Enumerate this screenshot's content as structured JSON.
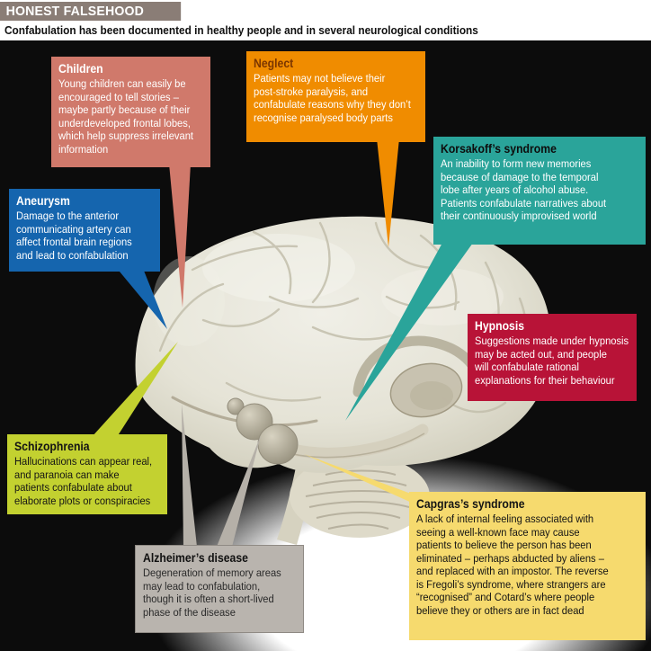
{
  "header": {
    "title": "HONEST FALSEHOOD",
    "subtitle": "Confabulation has been documented in healthy people and in several neurological conditions",
    "bar_color": "#8a7d76"
  },
  "figure": {
    "illustration": "translucent-human-brain-side-view",
    "background_color": "#0c0c0c",
    "glow_color": "#ffffff"
  },
  "callouts": [
    {
      "id": "children",
      "title": "Children",
      "body": "Young children can easily be\nencouraged to tell stories –\nmaybe partly because of their\nunderdeveloped frontal lobes,\nwhich help suppress irrelevant\ninformation",
      "color": "#d0796b",
      "title_color": "#ffffff",
      "text_color": "#ffffff",
      "points_to": "frontal-lobe-top"
    },
    {
      "id": "neglect",
      "title": "Neglect",
      "body": "Patients may not believe their\npost-stroke paralysis, and\nconfabulate reasons why they don’t\nrecognise paralysed body parts",
      "color": "#f08c00",
      "title_color": "#7b3600",
      "text_color": "#ffffff",
      "points_to": "parietal-region"
    },
    {
      "id": "korsakoff",
      "title": "Korsakoff’s syndrome",
      "body": "An inability to form new memories\nbecause of damage to the temporal\nlobe after years of alcohol abuse.\nPatients confabulate narratives about\ntheir continuously improvised world",
      "color": "#2aa49a",
      "title_color": "#0d0d0d",
      "text_color": "#ffffff",
      "points_to": "temporal-lobe"
    },
    {
      "id": "aneurysm",
      "title": "Aneurysm",
      "body": "Damage to the anterior\ncommunicating artery can\naffect frontal brain regions\nand lead to confabulation",
      "color": "#1565ae",
      "title_color": "#ffffff",
      "text_color": "#ffffff",
      "points_to": "anterior-frontal-region"
    },
    {
      "id": "hypnosis",
      "title": "Hypnosis",
      "body": "Suggestions made under hypnosis\nmay be acted out, and people\nwill confabulate rational\nexplanations for their behaviour",
      "color": "#b81337",
      "title_color": "#ffffff",
      "text_color": "#ffffff",
      "points_to": ""
    },
    {
      "id": "schizophrenia",
      "title": "Schizophrenia",
      "body": "Hallucinations can appear real,\nand paranoia can make\npatients confabulate about\nelaborate plots or conspiracies",
      "color": "#c3d130",
      "title_color": "#141414",
      "text_color": "#141414",
      "points_to": "inferior-frontal-region"
    },
    {
      "id": "alzheimers",
      "title": "Alzheimer’s disease",
      "body": "Degeneration of memory areas\nmay lead to confabulation,\nthough it is often a short-lived\nphase of the disease",
      "color": "#b9b4ae",
      "title_color": "#111111",
      "text_color": "#2a2a2a",
      "points_to": "memory-areas"
    },
    {
      "id": "capgras",
      "title": "Capgras’s syndrome",
      "body": "A lack of internal feeling associated with\nseeing a well-known face may cause\npatients to believe the person has been\neliminated – perhaps abducted by aliens –\nand replaced with an impostor. The reverse\nis Fregoli’s syndrome, where strangers are\n“recognised” and Cotard’s where people\nbelieve they or others are in fact dead",
      "color": "#f6da6e",
      "title_color": "#141414",
      "text_color": "#141414",
      "points_to": "inferior-temporal-region"
    }
  ]
}
